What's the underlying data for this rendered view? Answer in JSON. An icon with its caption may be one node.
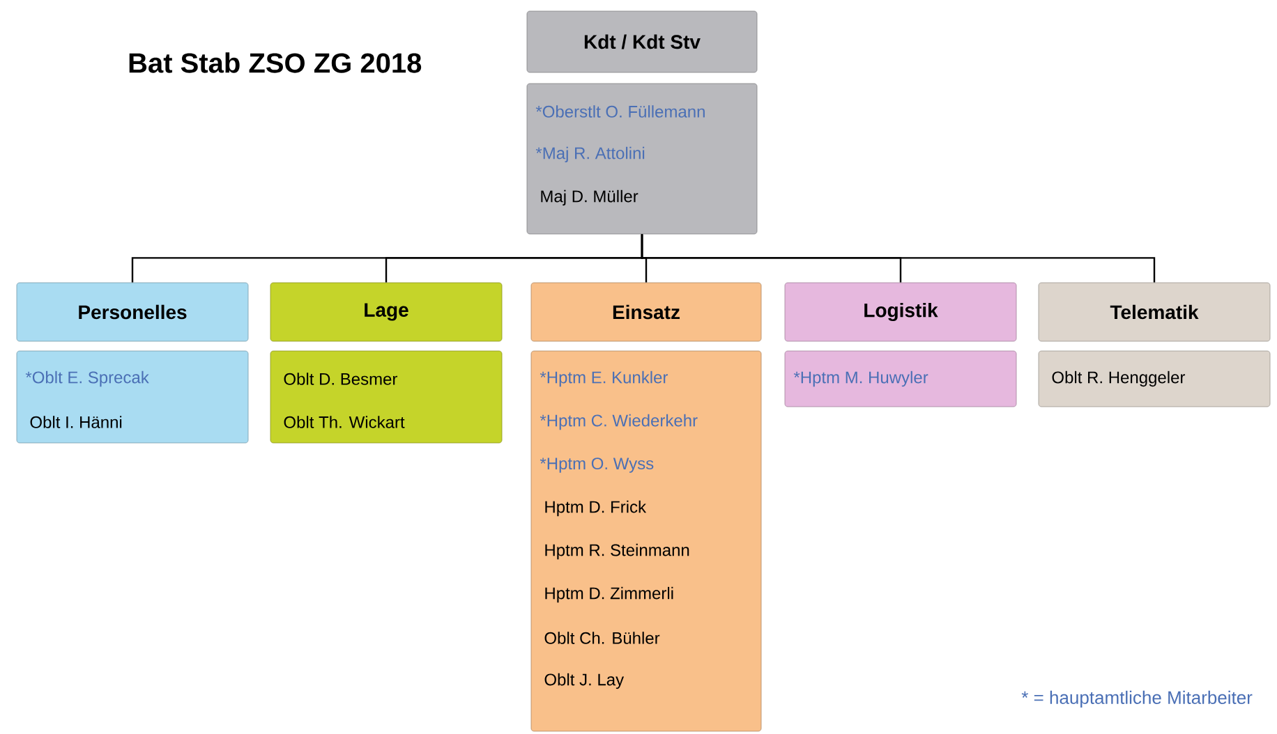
{
  "diagram": {
    "title": "Bat Stab ZSO ZG 2018",
    "nodes": [
      {
        "text": [
          "Kdt / Kdt Stv"
        ]
      },
      {
        "text": [
          "*Oberstlt O. Füllemann",
          "*Maj R. Attolini",
          "Maj D. Müller"
        ]
      },
      {
        "text": [
          "Personelles"
        ]
      },
      {
        "text": [
          "*Oblt E. Sprecak",
          "Oblt I. Hänni"
        ]
      },
      {
        "text": [
          "Lage"
        ]
      },
      {
        "text": [
          "Oblt D. Besmer",
          "Oblt Th. Wickart"
        ]
      },
      {
        "text": [
          "Einsatz"
        ]
      },
      {
        "text": [
          "*Hptm E. Kunkler",
          "*Hptm C. Wiederkehr",
          "*Hptm O. Wyss",
          "Hptm D. Frick",
          "Hptm R. Steinmann",
          "Hptm D. Zimmerli",
          "Oblt Ch. Bühler",
          "Oblt J. Lay"
        ]
      },
      {
        "text": [
          "Logistik"
        ]
      },
      {
        "text": [
          "*Hptm M. Huwyler"
        ]
      },
      {
        "text": [
          "Telematik"
        ]
      },
      {
        "text": [
          "Oblt R. Henggeler"
        ]
      }
    ],
    "edges": [
      {
        "from": 1,
        "to": 2,
        "arrow": "none"
      },
      {
        "from": 1,
        "to": 4,
        "arrow": "none"
      },
      {
        "from": 1,
        "to": 6,
        "arrow": "none"
      },
      {
        "from": 1,
        "to": 8,
        "arrow": "none"
      },
      {
        "from": 1,
        "to": 10,
        "arrow": "none"
      }
    ],
    "labels": [
      "* = hauptamtliche Mitarbeiter"
    ]
  }
}
